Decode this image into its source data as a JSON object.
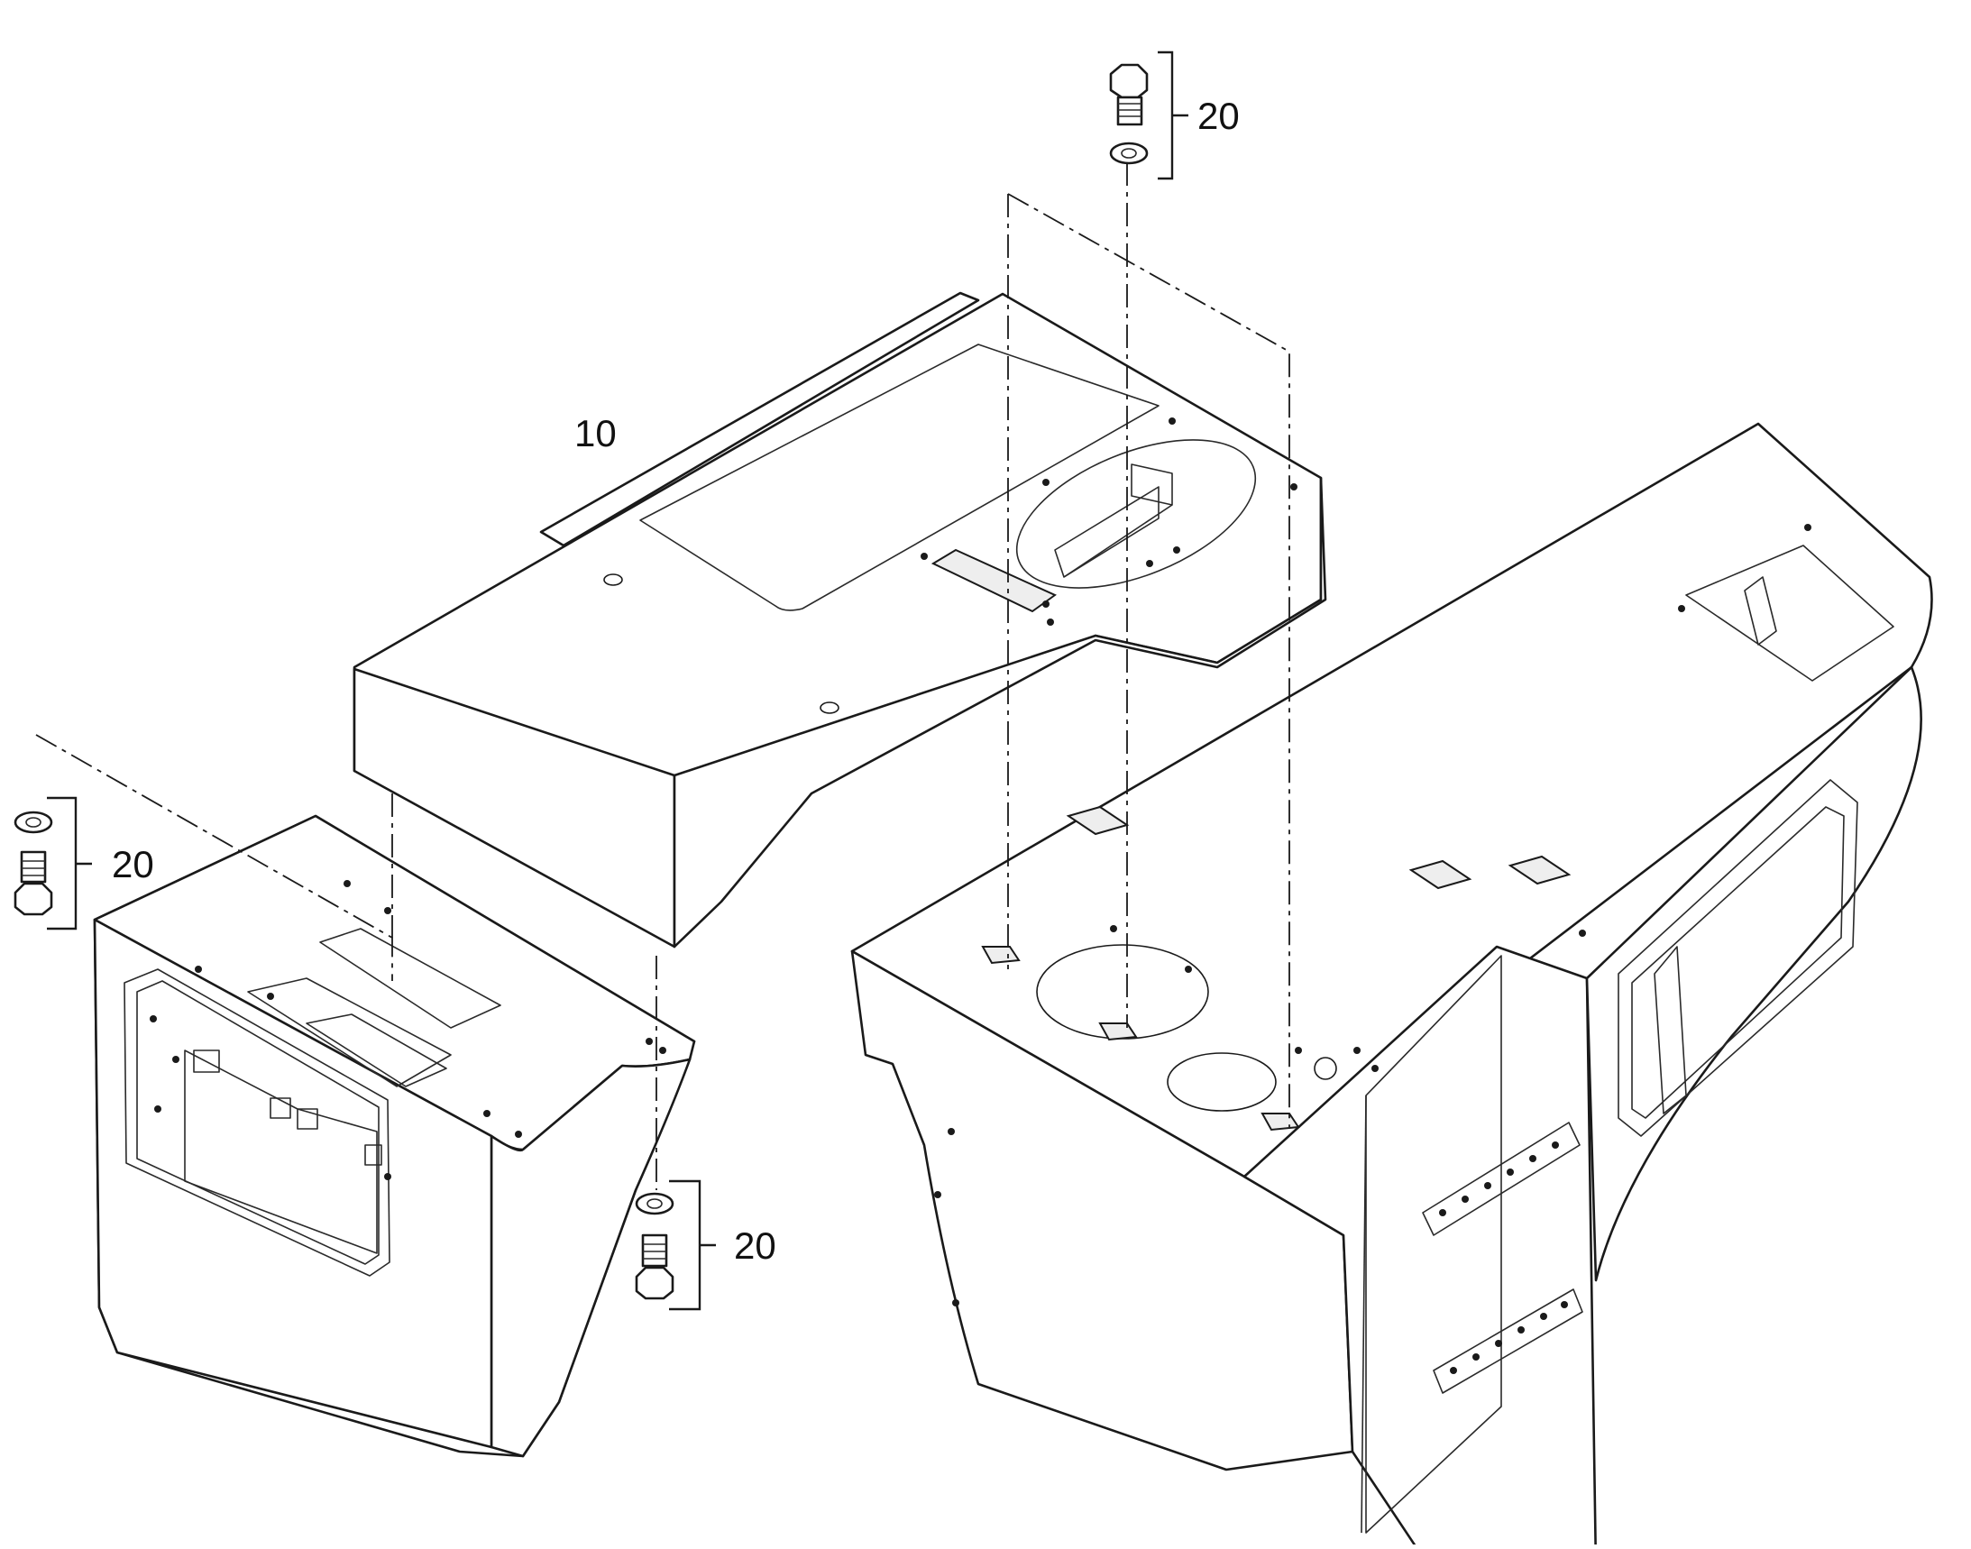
{
  "callouts": [
    {
      "id": "part-10",
      "label": "10"
    },
    {
      "id": "part-20-top",
      "label": "20"
    },
    {
      "id": "part-20-left",
      "label": "20"
    },
    {
      "id": "part-20-bottom",
      "label": "20"
    }
  ]
}
